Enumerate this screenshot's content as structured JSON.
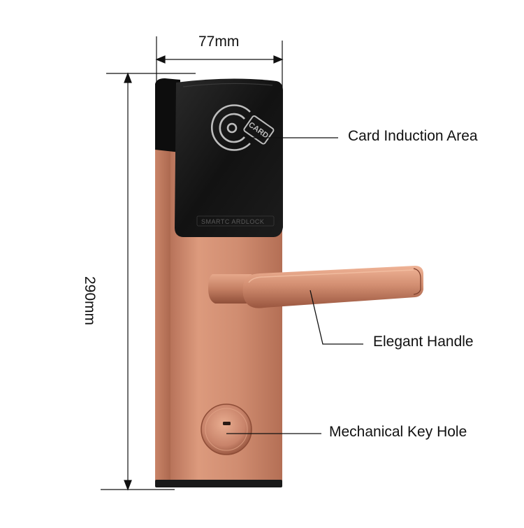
{
  "dimensions": {
    "width": "77mm",
    "height": "290mm"
  },
  "callouts": {
    "card_induction_area": "Card Induction Area",
    "elegant_handle": "Elegant Handle",
    "mechanical_key_hole": "Mechanical Key Hole"
  },
  "reader": {
    "brand_text": "SMARTC ARDLOCK",
    "card_icon_text": "CARD"
  },
  "colors": {
    "copper_light": "#e7a487",
    "copper_mid": "#c9866a",
    "copper_dark": "#9e5c44",
    "reader_black": "#151515"
  }
}
